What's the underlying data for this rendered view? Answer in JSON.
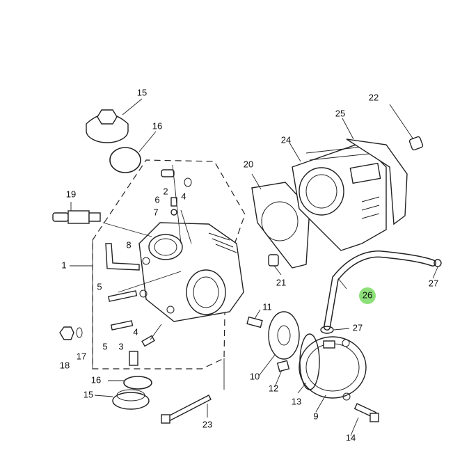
{
  "labels": [
    "1",
    "2",
    "3",
    "4",
    "4",
    "5",
    "5",
    "6",
    "7",
    "8",
    "9",
    "10",
    "11",
    "12",
    "13",
    "14",
    "15",
    "15",
    "16",
    "16",
    "17",
    "18",
    "19",
    "20",
    "21",
    "22",
    "23",
    "24",
    "25",
    "26",
    "27",
    "27"
  ],
  "highlight": {
    "label": "26",
    "color": "#8ee07a"
  }
}
